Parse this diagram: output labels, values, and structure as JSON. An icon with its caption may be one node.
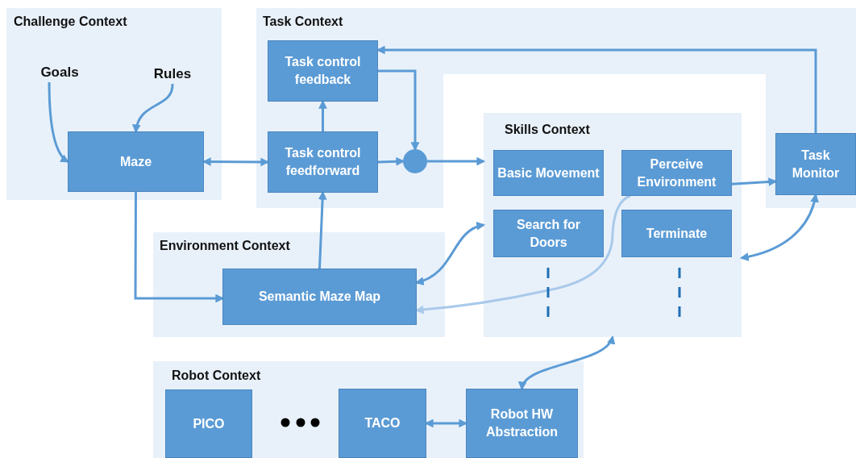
{
  "diagram": {
    "nodes": [
      {
        "text": [
          "Challenge Context"
        ]
      },
      {
        "text": [
          "Goals"
        ],
        "in": 0
      },
      {
        "text": [
          "Rules"
        ],
        "in": 0
      },
      {
        "text": [
          "Maze"
        ],
        "in": 0
      },
      {
        "text": [
          "Task Context"
        ]
      },
      {
        "text": [
          "Task control feedback"
        ],
        "in": 4
      },
      {
        "text": [
          "Task control feedforward"
        ],
        "in": 4
      },
      {
        "text": [],
        "shape": "circle",
        "in": 4
      },
      {
        "text": [
          "Task Monitor"
        ],
        "in": 4
      },
      {
        "text": [
          "Skills Context"
        ]
      },
      {
        "text": [
          "Basic Movement"
        ],
        "in": 9
      },
      {
        "text": [
          "Perceive Environment"
        ],
        "in": 9
      },
      {
        "text": [
          "Search for Doors"
        ],
        "in": 9
      },
      {
        "text": [
          "Terminate"
        ],
        "in": 9
      },
      {
        "text": [
          "Environment Context"
        ]
      },
      {
        "text": [
          "Semantic Maze Map"
        ],
        "in": 14
      },
      {
        "text": [
          "Robot Context"
        ]
      },
      {
        "text": [
          "PICO"
        ],
        "in": 16
      },
      {
        "text": [
          "TACO"
        ],
        "in": 16
      },
      {
        "text": [
          "Robot HW Abstraction"
        ],
        "in": 16
      }
    ],
    "edges": [
      {
        "from": 1,
        "to": 3,
        "arrow": "to"
      },
      {
        "from": 2,
        "to": 3,
        "arrow": "to"
      },
      {
        "from": 3,
        "to": 6,
        "arrow": "both"
      },
      {
        "from": 6,
        "to": 5,
        "arrow": "to"
      },
      {
        "from": 5,
        "to": 7,
        "arrow": "to"
      },
      {
        "from": 6,
        "to": 7,
        "arrow": "to"
      },
      {
        "from": 7,
        "to": 9,
        "arrow": "to"
      },
      {
        "from": 8,
        "to": 5,
        "arrow": "to"
      },
      {
        "from": 11,
        "to": 8,
        "arrow": "to"
      },
      {
        "from": 11,
        "to": 15,
        "arrow": "to",
        "color": "#a9c9ea"
      },
      {
        "from": 15,
        "to": 9,
        "arrow": "both"
      },
      {
        "from": 9,
        "to": 8,
        "arrow": "both"
      },
      {
        "from": 3,
        "to": 15,
        "arrow": "to"
      },
      {
        "from": 15,
        "to": 6,
        "arrow": "to"
      },
      {
        "from": 19,
        "to": 9,
        "arrow": "both"
      },
      {
        "from": 18,
        "to": 19,
        "arrow": "both"
      }
    ]
  }
}
